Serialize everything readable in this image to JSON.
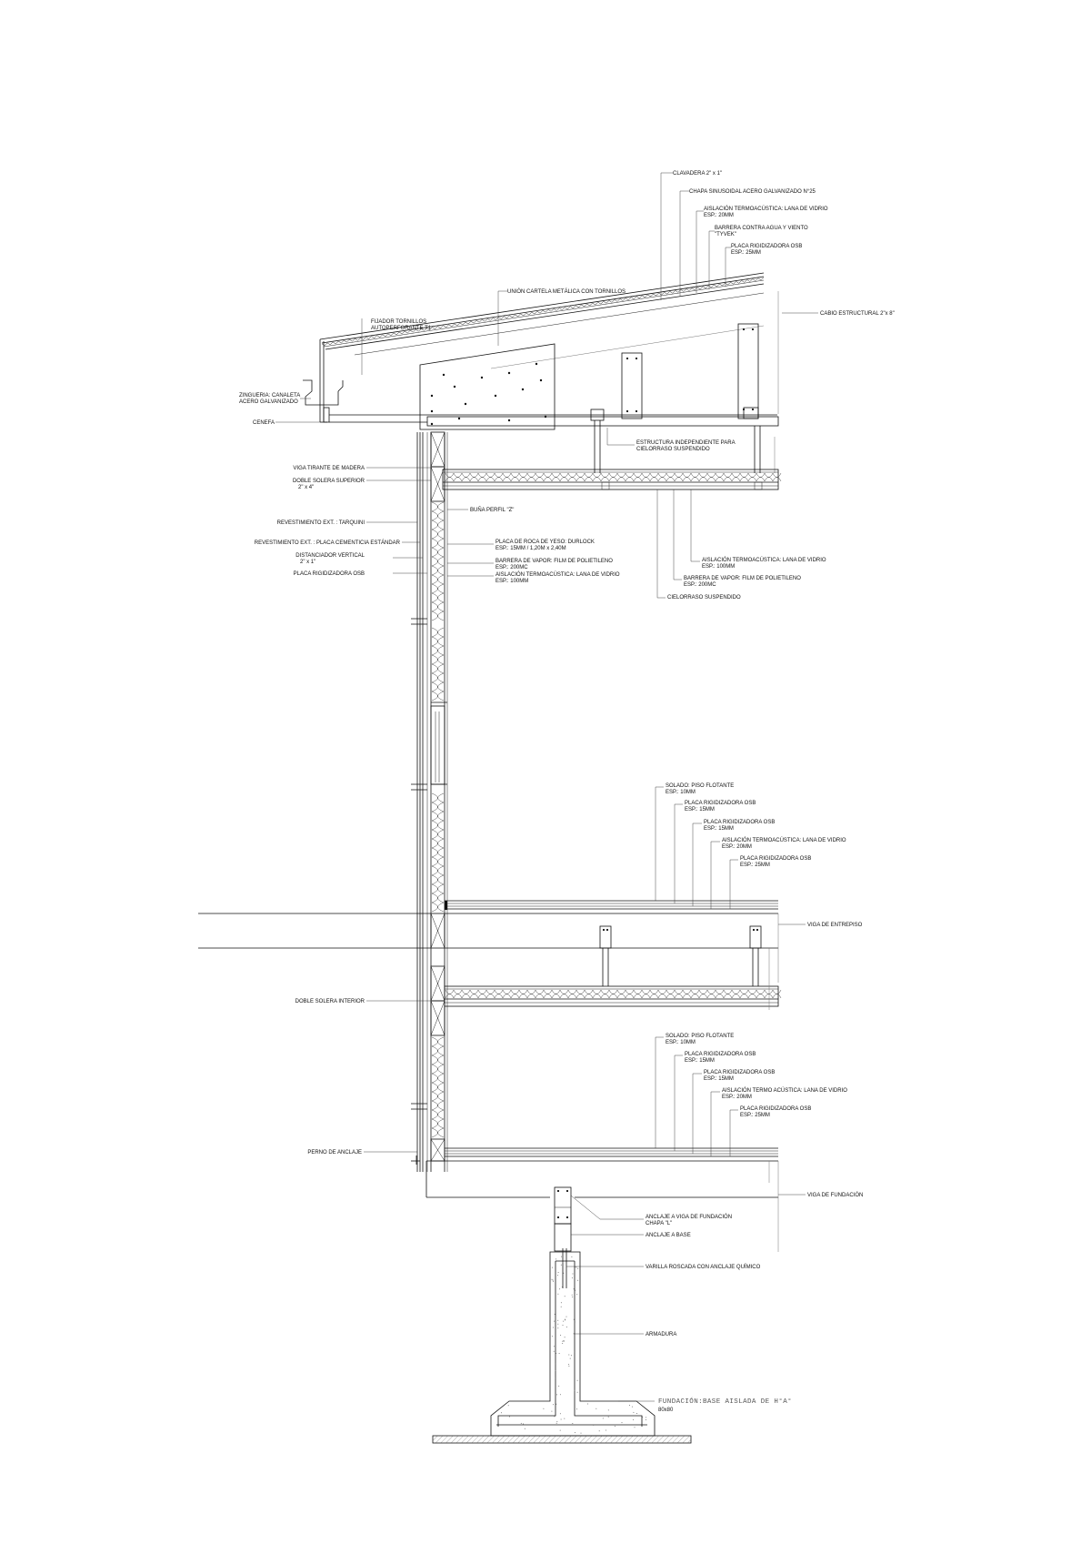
{
  "labels": {
    "clavadera": "CLAVADERA 2\" x 1\"",
    "chapa": "CHAPA SINUSOIDAL ACERO GALVANIZADO N°25",
    "aislacion_techo_1": "AISLACIÓN TERMOACÚSTICA: LANA DE VIDRIO",
    "aislacion_techo_2": "ESP.: 20MM",
    "barrera_agua_1": "BARRERA CONTRA AGUA Y VIENTO",
    "barrera_agua_2": "\"TYVEK\"",
    "osb_techo_1": "PLACA RIGIDIZADORA OSB",
    "osb_techo_2": "ESP.: 25MM",
    "cartela": "UNIÓN CARTELA METÁLICA CON TORNILLOS",
    "cabio": "CABIO ESTRUCTURAL 2\"x 8\"",
    "fijador_1": "FIJADOR TORNILLOS",
    "fijador_2": "AUTOPERFORANTE T1",
    "zingueria_1": "ZINGUERIA: CANALETA",
    "zingueria_2": "ACERO GALVANIZADO",
    "cenefa": "CENEFA",
    "estructura_indep_1": "ESTRUCTURA INDEPENDIENTE PARA",
    "estructura_indep_2": "CIELORRASO SUSPENDIDO",
    "viga_tirante": "VIGA TIRANTE DE MADERA",
    "doble_solera_sup_1": "DOBLE SOLERA SUPERIOR",
    "doble_solera_sup_2": "2\" x 4\"",
    "buna": "BUÑA PERFIL \"Z\"",
    "rev_tarquini": "REVESTIMIENTO EXT. : TARQUINI",
    "rev_placa": "REVESTIMIENTO EXT. : PLACA CEMENTICIA ESTÁNDAR",
    "distanciador_1": "DISTANCIADOR VERTICAL",
    "distanciador_2": "2\" x 1\"",
    "osb_muro": "PLACA RIGIDIZADORA OSB",
    "durlock_1": "PLACA DE ROCA DE YESO: DURLOCK",
    "durlock_2": "ESP.: 15MM / 1,20M x 2,40M",
    "barrera_vapor_muro_1": "BARRERA DE VAPOR: FILM DE POLIETILENO",
    "barrera_vapor_muro_2": "ESP.: 200MC",
    "aislacion_muro_1": "AISLACIÓN TERMOACÚSTICA: LANA DE VIDRIO",
    "aislacion_muro_2": "ESP.: 100MM",
    "aislacion_cielo_1": "AISLACIÓN TERMOACÚSTICA: LANA DE VIDRIO",
    "aislacion_cielo_2": "ESP.: 100MM",
    "barrera_vapor_cielo_1": "BARRERA DE VAPOR: FILM DE POLIETILENO",
    "barrera_vapor_cielo_2": "ESP.: 200MC",
    "cielorraso": "CIELORRASO SUSPENDIDO",
    "solado1_1": "SOLADO: PISO FLOTANTE",
    "solado1_2": "ESP.: 10MM",
    "osb1a_1": "PLACA RIGIDIZADORA OSB",
    "osb1a_2": "ESP.: 15MM",
    "osb1b_1": "PLACA RIGIDIZADORA OSB",
    "osb1b_2": "ESP.: 15MM",
    "aisl1_1": "AISLACIÓN TERMOACÚSTICA: LANA DE VIDRIO",
    "aisl1_2": "ESP.: 20MM",
    "osb1c_1": "PLACA RIGIDIZADORA OSB",
    "osb1c_2": "ESP.: 25MM",
    "viga_entrepiso": "VIGA DE ENTREPISO",
    "doble_solera_int": "DOBLE SOLERA INTERIOR",
    "solado2_1": "SOLADO: PISO FLOTANTE",
    "solado2_2": "ESP.: 10MM",
    "osb2a_1": "PLACA RIGIDIZADORA OSB",
    "osb2a_2": "ESP.: 15MM",
    "osb2b_1": "PLACA RIGIDIZADORA OSB",
    "osb2b_2": "ESP.: 15MM",
    "aisl2_1": "AISLACIÓN TERMO ACÚSTICA: LANA DE VIDRIO",
    "aisl2_2": "ESP.: 20MM",
    "osb2c_1": "PLACA RIGIDIZADORA OSB",
    "osb2c_2": "ESP.: 25MM",
    "perno": "PERNO DE ANCLAJE",
    "viga_fundacion": "VIGA DE FUNDACIÓN",
    "anclaje_viga_1": "ANCLAJE A VIGA DE FUNDACIÓN",
    "anclaje_viga_2": "CHAPA \"L\"",
    "anclaje_base": "ANCLAJE A BASE",
    "varilla": "VARILLA ROSCADA CON ANCLAJE QUÍMICO",
    "armadura": "ARMADURA",
    "fundacion_1": "FUNDACIÓN:BASE AISLADA DE H°A°",
    "fundacion_2": "80x80"
  },
  "colors": {
    "line": "#111111",
    "secondary": "#777777",
    "foundation_text": "#555555"
  }
}
